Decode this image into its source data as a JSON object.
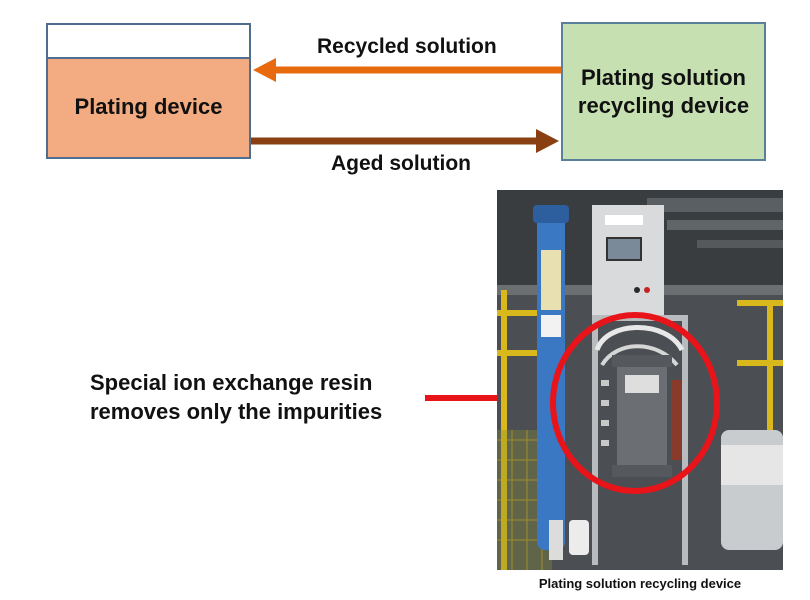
{
  "diagram": {
    "plating_device_label": "Plating device",
    "recycling_device_label_line1": "Plating solution",
    "recycling_device_label_line2": "recycling device",
    "top_arrow_label": "Recycled solution",
    "bottom_arrow_label": "Aged solution",
    "callout_line1": "Special ion exchange resin",
    "callout_line2": "removes only the impurities",
    "photo_caption": "Plating solution recycling device"
  },
  "colors": {
    "plating_fill": "#f3ac82",
    "recycler_fill": "#c7e0b2",
    "recycled_arrow": "#e86a0f",
    "aged_arrow": "#8a3f12",
    "callout_red": "#e8141a"
  }
}
